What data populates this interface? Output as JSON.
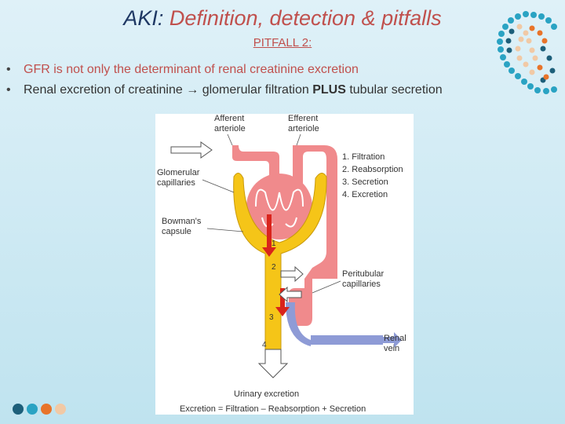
{
  "slide": {
    "title_part1": "AKI:",
    "title_part2": "Definition, detection & pitfalls",
    "subtitle": "PITFALL 2:",
    "bullet1": "GFR is not only the determinant of renal creatinine excretion",
    "bullet2_pre": "Renal excretion of creatinine",
    "bullet2_arrow": "→",
    "bullet2_mid": "glomerular filtration",
    "bullet2_bold": "PLUS",
    "bullet2_post": "tubular secretion"
  },
  "figure": {
    "labels": {
      "afferent_line1": "Afferent",
      "afferent_line2": "arteriole",
      "efferent_line1": "Efferent",
      "efferent_line2": "arteriole",
      "glomerular_line1": "Glomerular",
      "glomerular_line2": "capillaries",
      "bowmans_line1": "Bowman's",
      "bowmans_line2": "capsule",
      "peritubular_line1": "Peritubular",
      "peritubular_line2": "capillaries",
      "renal_vein_line1": "Renal",
      "renal_vein_line2": "vein",
      "urinary_excretion": "Urinary excretion",
      "equation": "Excretion = Filtration – Reabsorption + Secretion"
    },
    "legend": [
      "1. Filtration",
      "2. Reabsorption",
      "3. Secretion",
      "4. Excretion"
    ],
    "step_numbers": [
      "1",
      "2",
      "3",
      "4"
    ]
  },
  "colors": {
    "title_dark": "#1f3864",
    "title_accent": "#c0504d",
    "capsule_yellow": "#f5c518",
    "vessel_pink": "#f08a8c",
    "vein_blue": "#8e9bd6",
    "arrow_red": "#d9241c"
  }
}
